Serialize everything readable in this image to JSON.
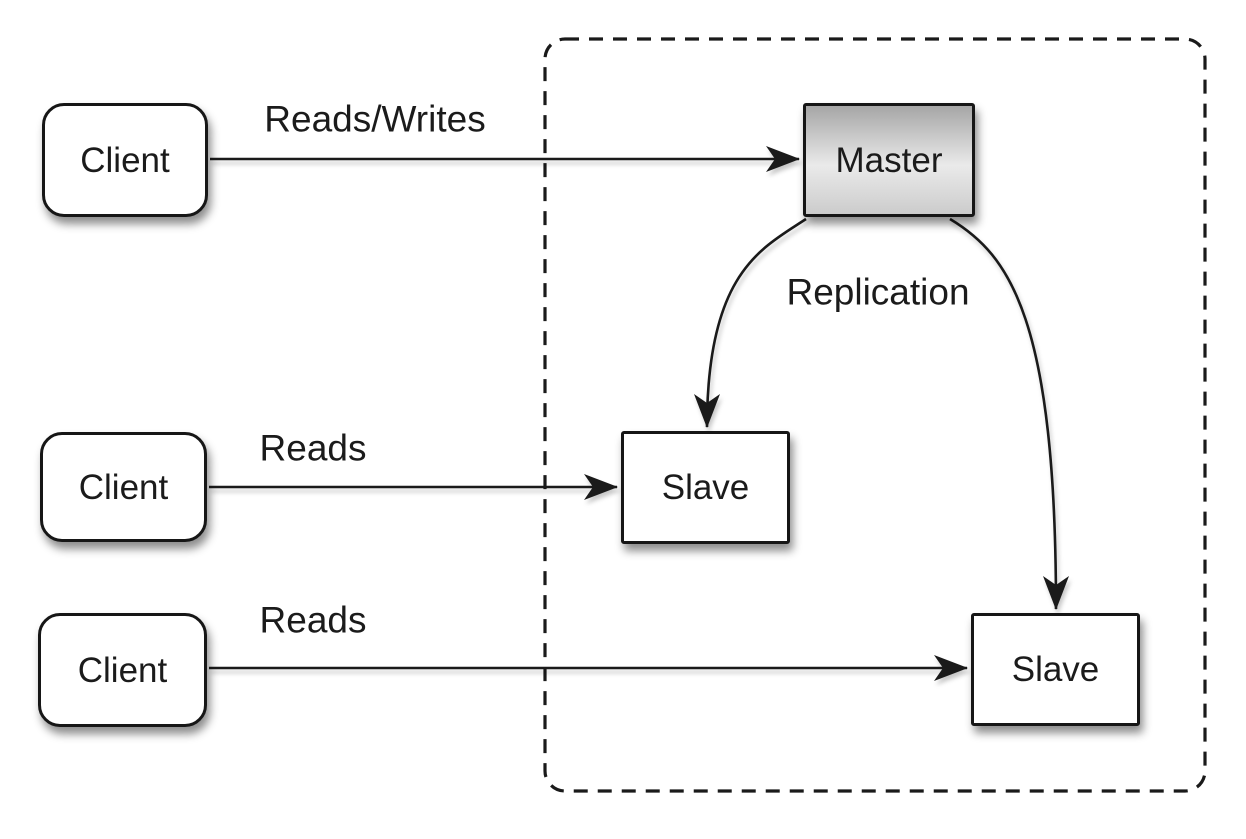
{
  "diagram": {
    "nodes": {
      "client_top": {
        "label": "Client"
      },
      "client_middle": {
        "label": "Client"
      },
      "client_bottom": {
        "label": "Client"
      },
      "master": {
        "label": "Master"
      },
      "slave_middle": {
        "label": "Slave"
      },
      "slave_bottom": {
        "label": "Slave"
      }
    },
    "edge_labels": {
      "reads_writes": "Reads/Writes",
      "reads_middle": "Reads",
      "reads_bottom": "Reads",
      "replication": "Replication"
    },
    "colors": {
      "line": "#1a1a1a",
      "node_border": "#161616",
      "node_fill": "#ffffff",
      "text": "#1b1b1b",
      "background": "#ffffff",
      "master_gradient_top": "#a6a6a6",
      "master_gradient_mid": "#eaeaea",
      "master_gradient_bottom": "#cccccc"
    }
  }
}
